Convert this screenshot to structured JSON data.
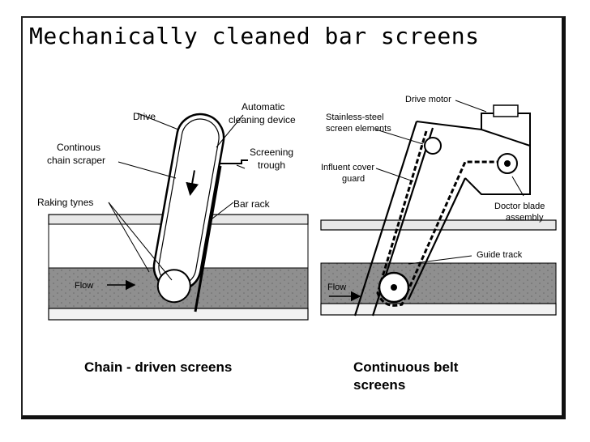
{
  "slide": {
    "title": "Mechanically cleaned bar screens",
    "captions": {
      "left": "Chain - driven screens",
      "right_line1": "Continuous belt",
      "right_line2": "screens"
    }
  },
  "left_diagram": {
    "labels": {
      "drive": "Drive",
      "automatic": "Automatic",
      "cleaning_device": "cleaning device",
      "continous": "Continous",
      "chain_scraper": "chain scraper",
      "screening": "Screening",
      "trough": "trough",
      "raking_tynes": "Raking tynes",
      "bar_rack": "Bar rack",
      "flow": "Flow"
    }
  },
  "right_diagram": {
    "labels": {
      "drive_motor": "Drive motor",
      "stainless_steel": "Stainless-steel",
      "screen_elements": "screen elements",
      "influent_cover": "Influent cover",
      "guard": "guard",
      "doctor_blade": "Doctor blade",
      "assembly": "assembly",
      "guide_track": "Guide track",
      "flow": "Flow"
    }
  }
}
